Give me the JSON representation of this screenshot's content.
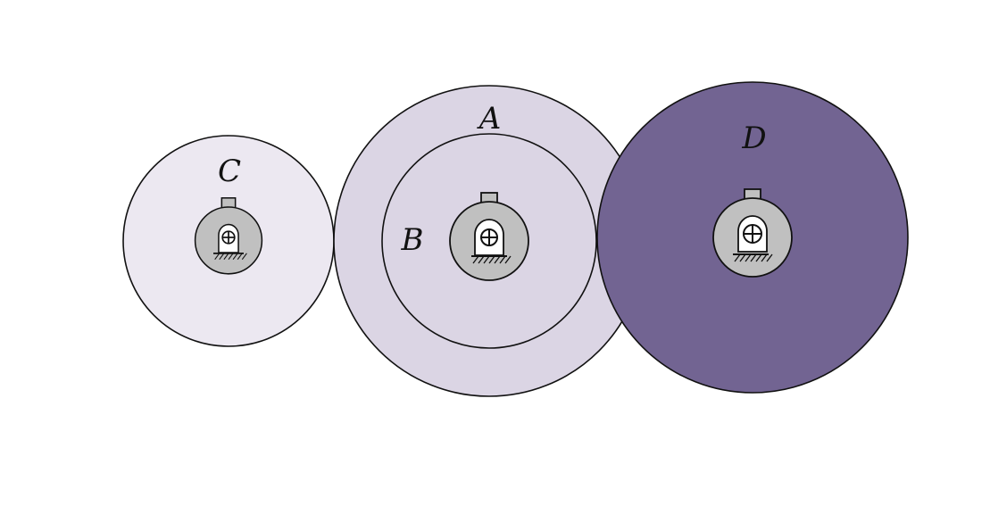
{
  "gears": [
    {
      "id": "C",
      "label": "C",
      "fill": "#ece8f1"
    },
    {
      "id": "A",
      "label": "A",
      "fill": "#dbd5e4"
    },
    {
      "id": "B",
      "label": "B",
      "fill": "#dbd5e4"
    },
    {
      "id": "D",
      "label": "D",
      "fill": "#726492"
    }
  ],
  "colors": {
    "stroke": "#111111",
    "bearing_housing": "#c0c0c0",
    "bearing_insert": "#ffffff"
  }
}
